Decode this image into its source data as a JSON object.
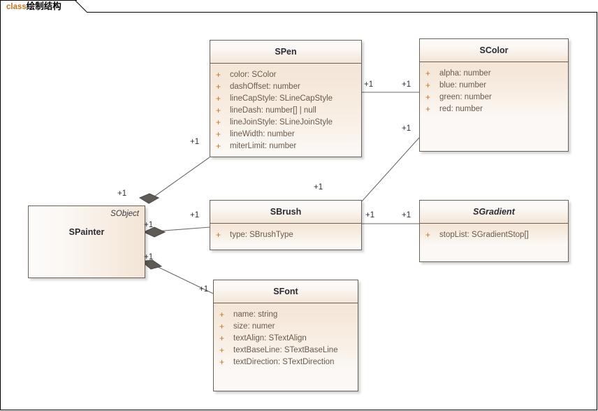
{
  "frame": {
    "keyword": "class",
    "name": "绘制结构"
  },
  "classes": {
    "spainter": {
      "name": "SPainter",
      "parent": "SObject"
    },
    "spen": {
      "name": "SPen",
      "attributes": [
        {
          "visibility": "+",
          "signature": "color: SColor"
        },
        {
          "visibility": "+",
          "signature": "dashOffset: number"
        },
        {
          "visibility": "+",
          "signature": "lineCapStyle: SLineCapStyle"
        },
        {
          "visibility": "+",
          "signature": "lineDash: number[] | null"
        },
        {
          "visibility": "+",
          "signature": "lineJoinStyle: SLineJoinStyle"
        },
        {
          "visibility": "+",
          "signature": "lineWidth: number"
        },
        {
          "visibility": "+",
          "signature": "miterLimit: number"
        }
      ]
    },
    "scolor": {
      "name": "SColor",
      "attributes": [
        {
          "visibility": "+",
          "signature": "alpha: number"
        },
        {
          "visibility": "+",
          "signature": "blue: number"
        },
        {
          "visibility": "+",
          "signature": "green: number"
        },
        {
          "visibility": "+",
          "signature": "red: number"
        }
      ]
    },
    "sbrush": {
      "name": "SBrush",
      "attributes": [
        {
          "visibility": "+",
          "signature": "type: SBrushType"
        }
      ]
    },
    "sgradient": {
      "name": "SGradient",
      "abstract": true,
      "attributes": [
        {
          "visibility": "+",
          "signature": "stopList: SGradientStop[]"
        }
      ]
    },
    "sfont": {
      "name": "SFont",
      "attributes": [
        {
          "visibility": "+",
          "signature": "name: string"
        },
        {
          "visibility": "+",
          "signature": "size: numer"
        },
        {
          "visibility": "+",
          "signature": "textAlign: STextAlign"
        },
        {
          "visibility": "+",
          "signature": "textBaseLine: STextBaseLine"
        },
        {
          "visibility": "+",
          "signature": "textDirection: STextDirection"
        }
      ]
    }
  },
  "multiplicities": {
    "painter_pen_src": "+1",
    "painter_pen_tgt": "+1",
    "painter_brush_src": "+1",
    "painter_brush_tgt": "+1",
    "painter_font_src": "+1",
    "painter_font_tgt": "+1",
    "pen_color_src": "+1",
    "pen_color_tgt": "+1",
    "brush_color_src": "+1",
    "brush_color_tgt": "+1",
    "brush_gradient_src": "+1",
    "brush_gradient_tgt": "+1"
  },
  "colors": {
    "class_border": "#6b6257",
    "class_header_top": "#fdfbf9",
    "class_body_fill": "#f4e6d7",
    "visibility_plus": "#c8741f",
    "attribute_text": "#6a5a4c",
    "title_keyword": "#c8741f",
    "connector_line": "#6f6a64",
    "diamond_fill": "#5e5a55"
  }
}
